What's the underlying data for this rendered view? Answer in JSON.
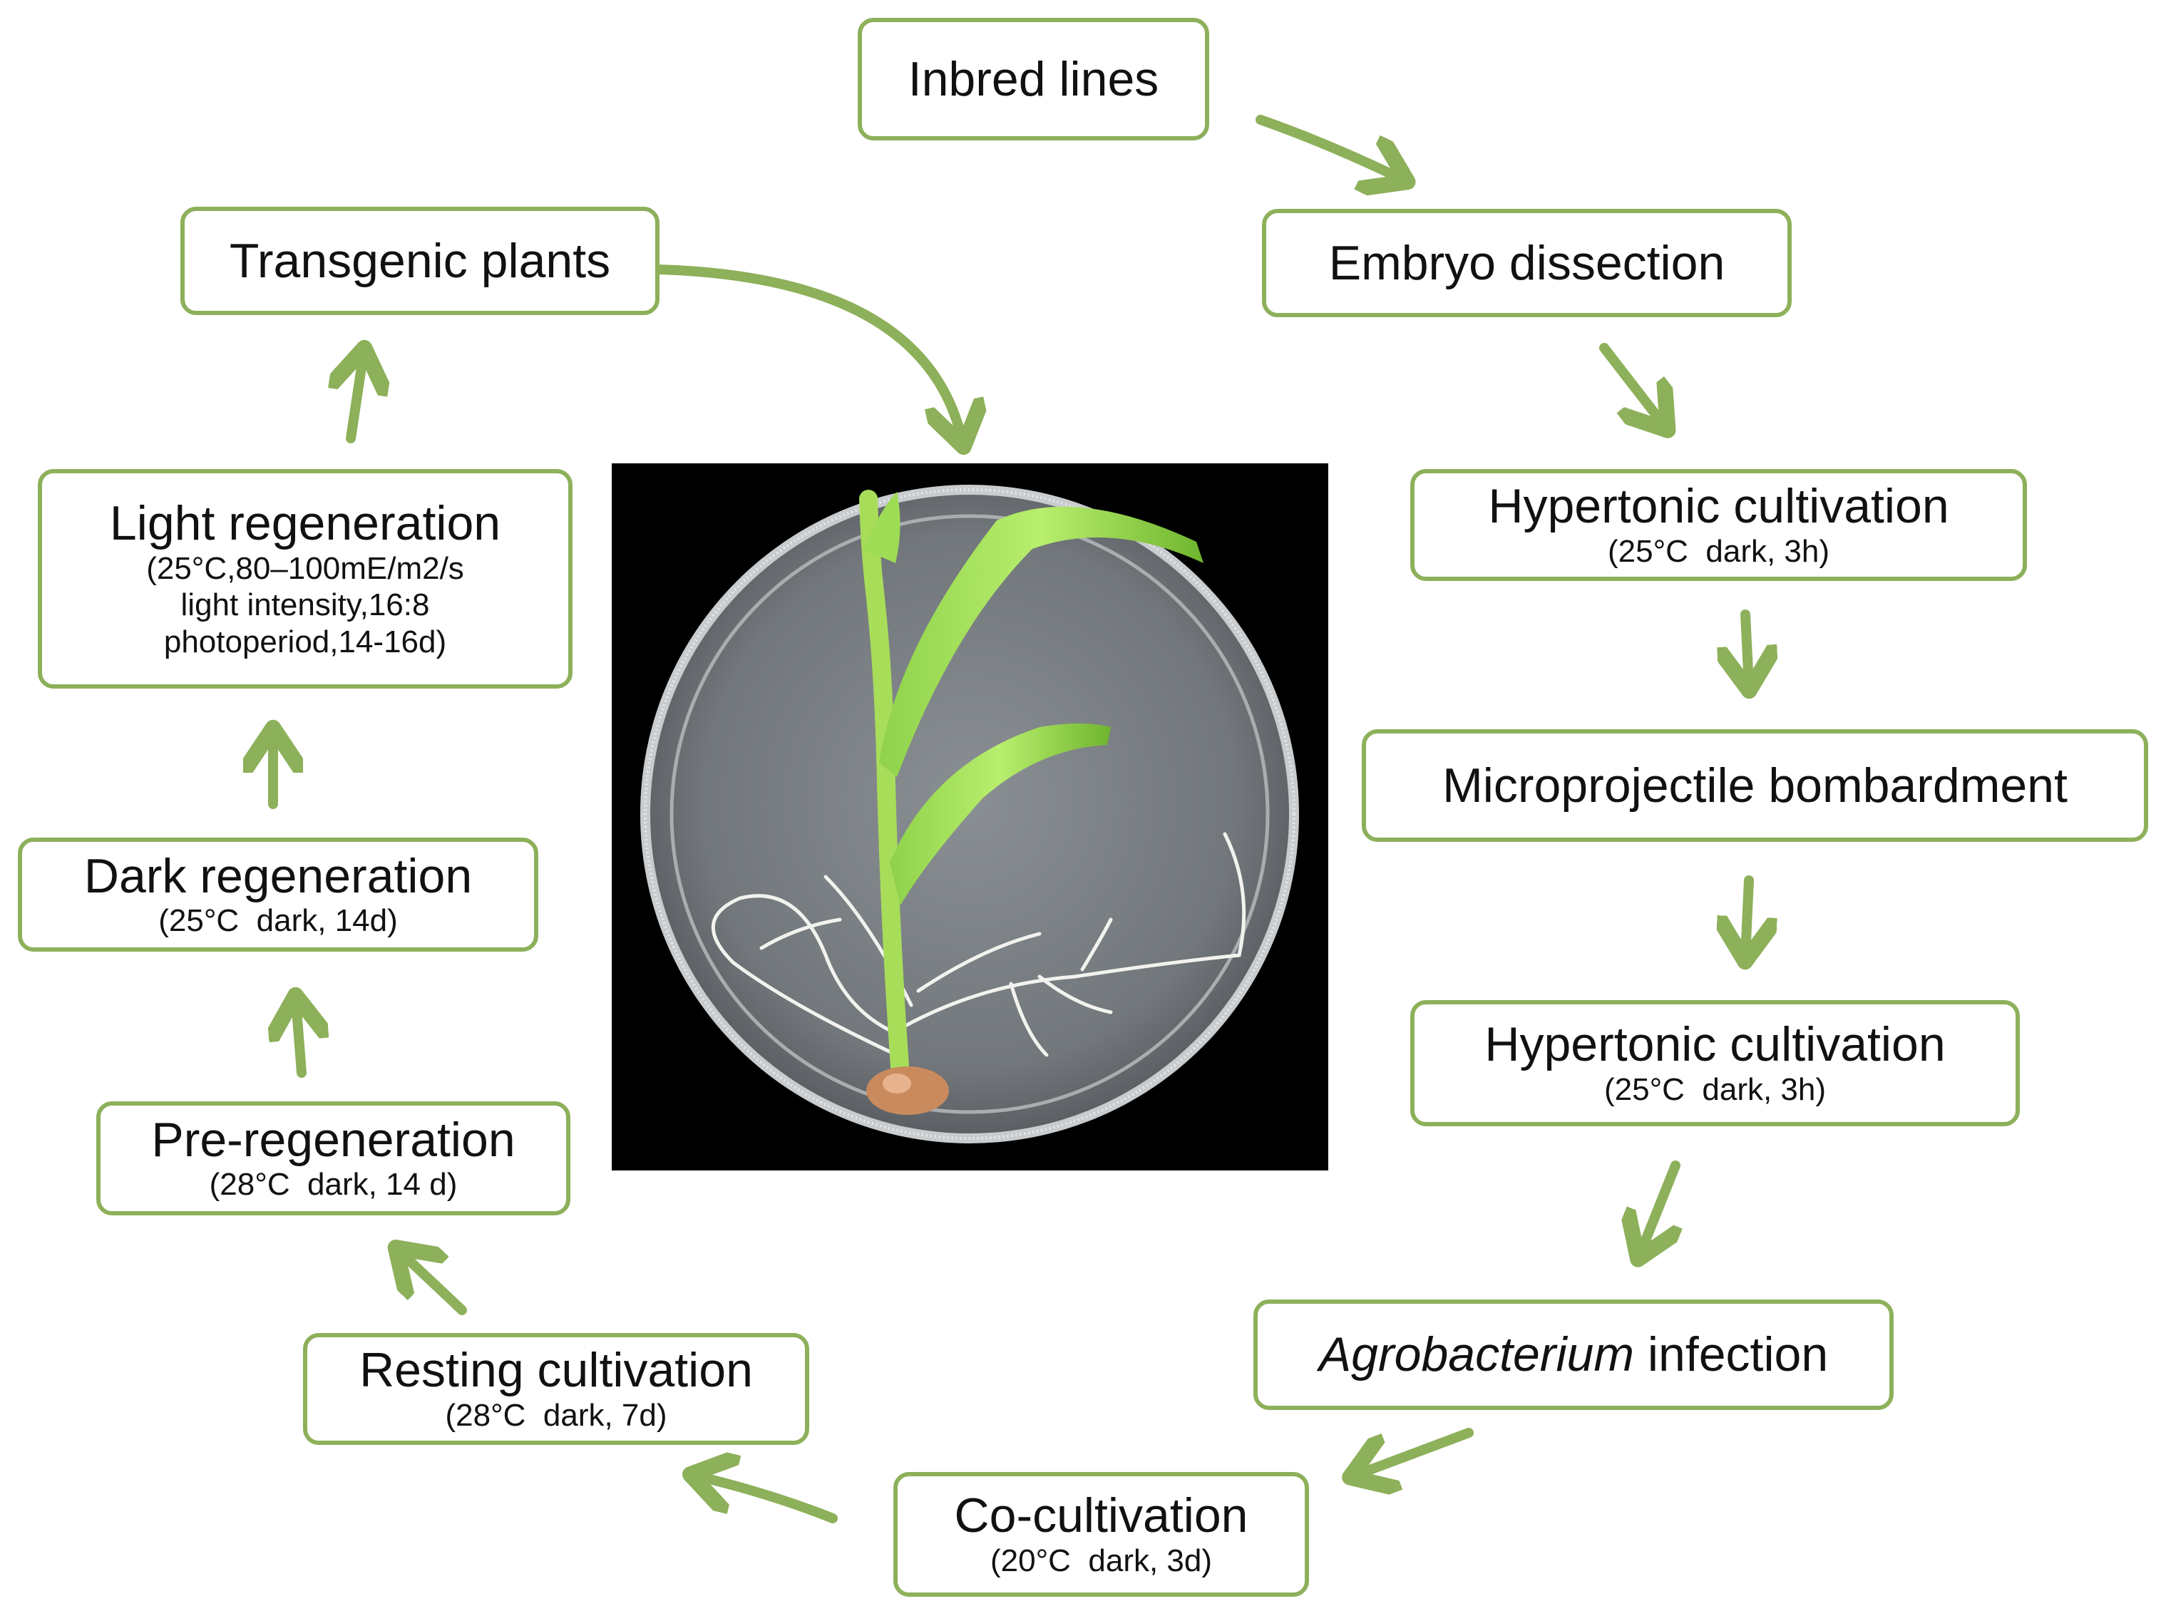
{
  "nodes": {
    "inbred_lines": {
      "title": "Inbred lines"
    },
    "embryo_dissection": {
      "title": "Embryo dissection"
    },
    "hypertonic_1": {
      "title": "Hypertonic cultivation",
      "sub": "(25°C  dark, 3h)"
    },
    "bombardment": {
      "title": "Microprojectile bombardment"
    },
    "hypertonic_2": {
      "title": "Hypertonic cultivation",
      "sub": "(25°C  dark, 3h)"
    },
    "agrobacterium": {
      "title_italic": "Agrobacterium",
      "title_rest": " infection"
    },
    "cocultivation": {
      "title": "Co-cultivation",
      "sub": "(20°C  dark, 3d)"
    },
    "resting": {
      "title": "Resting cultivation",
      "sub": "(28°C  dark, 7d)"
    },
    "preregeneration": {
      "title": "Pre-regeneration",
      "sub": "(28°C  dark, 14 d)"
    },
    "dark_regeneration": {
      "title": "Dark regeneration",
      "sub": "(25°C  dark, 14d)"
    },
    "light_regeneration": {
      "title": "Light regeneration",
      "sub1": "(25°C,80–100mE/m2/s",
      "sub2": "light intensity,16:8",
      "sub3": "photoperiod,14-16d)"
    },
    "transgenic": {
      "title": "Transgenic plants"
    }
  },
  "colors": {
    "arrow": "#8db05a",
    "border": "#8db05a",
    "photo_bg": "#000000",
    "dish": "#7f8487"
  },
  "photo": {
    "subject": "maize transgenic seedling in petri dish"
  }
}
